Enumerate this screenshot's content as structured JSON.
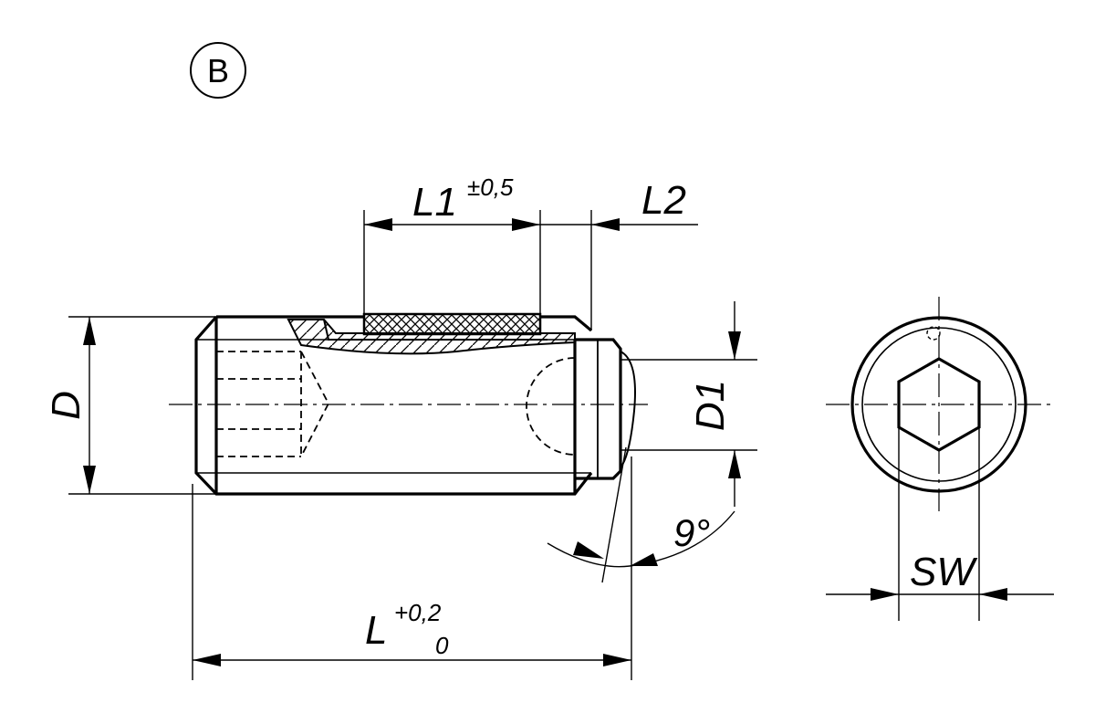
{
  "view_label": "B",
  "dimensions": {
    "L1": {
      "name": "L1",
      "tolerance": "±0,5"
    },
    "L2": {
      "name": "L2"
    },
    "D": {
      "name": "D"
    },
    "D1": {
      "name": "D1"
    },
    "L": {
      "name": "L",
      "tolerance_upper": "+0,2",
      "tolerance_lower": "0"
    },
    "angle": {
      "value": "9°"
    },
    "SW": {
      "name": "SW"
    }
  }
}
